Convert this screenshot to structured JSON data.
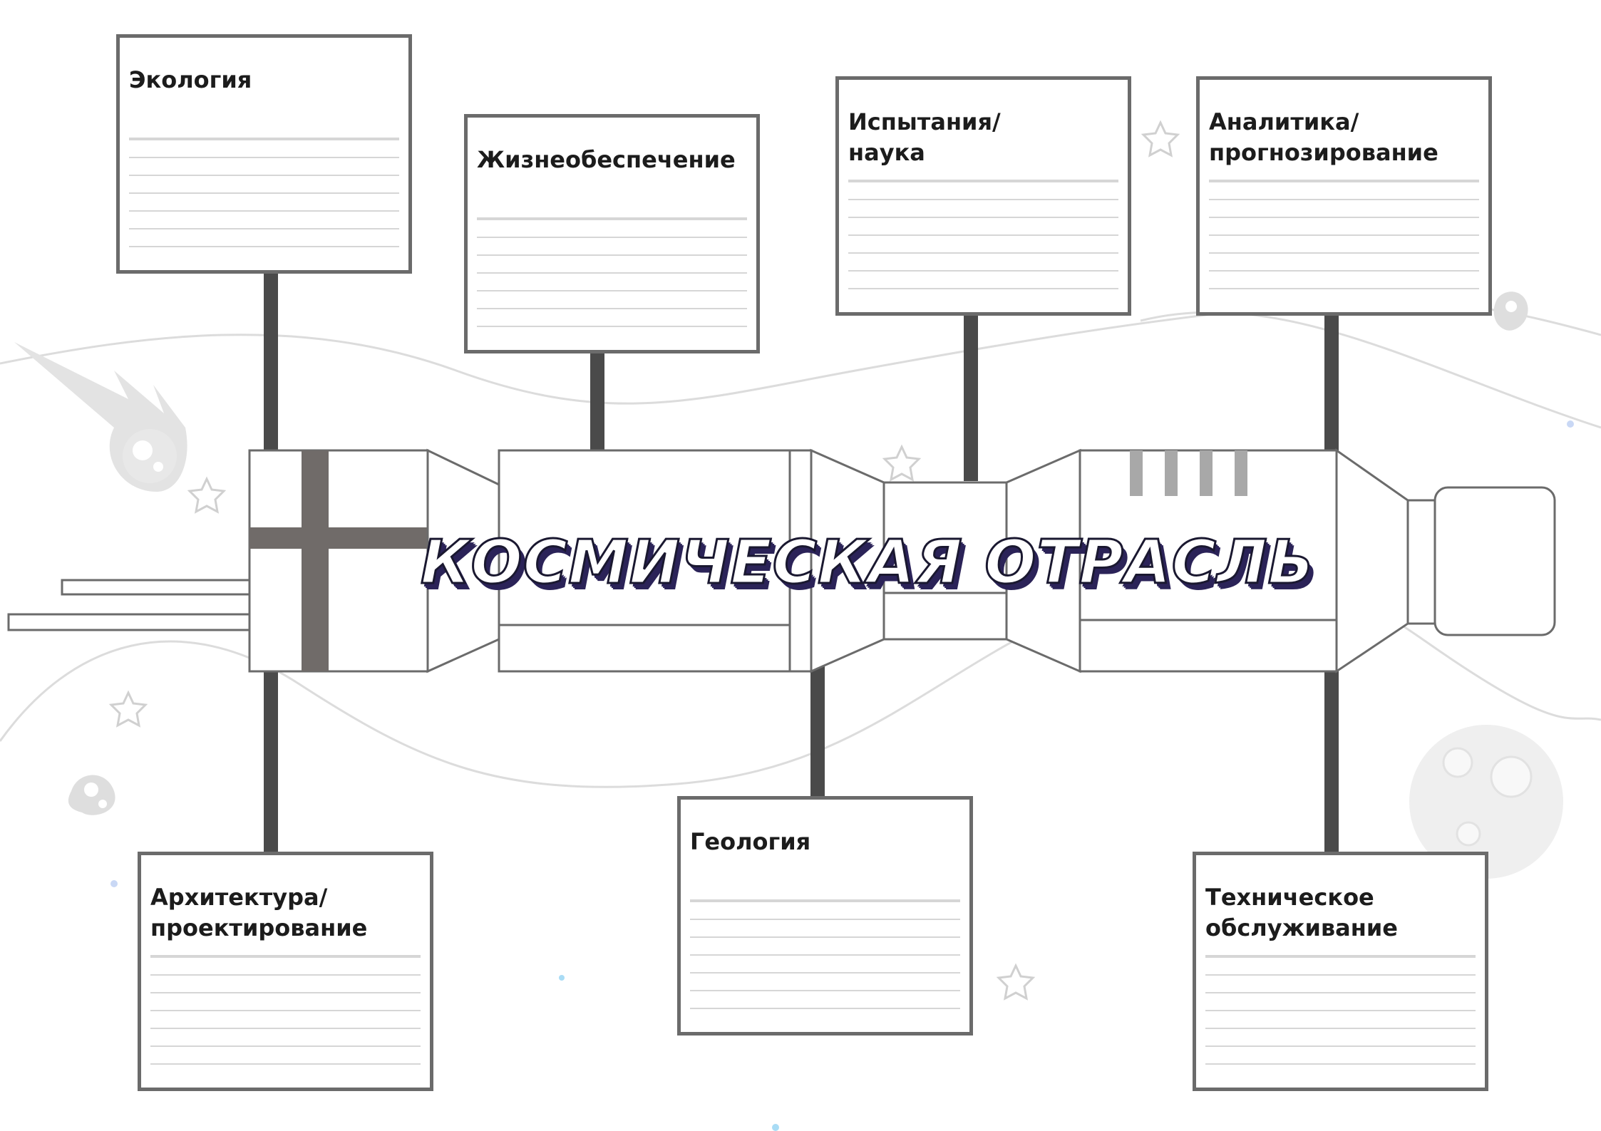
{
  "diagram": {
    "title": "КОСМИЧЕСКАЯ ОТРАСЛЬ",
    "colors": {
      "outline": "#6b6b6b",
      "connector": "#4a4a4a",
      "cross_bar": "#706b69",
      "title_shadow": "#2b2358",
      "background_decor": "#d9d9d9"
    },
    "boxes": [
      {
        "id": "ecology",
        "label": "Экология"
      },
      {
        "id": "life-support",
        "label": "Жизнеобеспечение"
      },
      {
        "id": "testing-science",
        "label": "Испытания/\nнаука"
      },
      {
        "id": "analytics-forecasting",
        "label": "Аналитика/\nпрогнозирование"
      },
      {
        "id": "architecture-design",
        "label": "Архитектура/\nпроектирование"
      },
      {
        "id": "geology",
        "label": "Геология"
      },
      {
        "id": "maintenance",
        "label": "Техническое\nобслуживание"
      }
    ]
  }
}
